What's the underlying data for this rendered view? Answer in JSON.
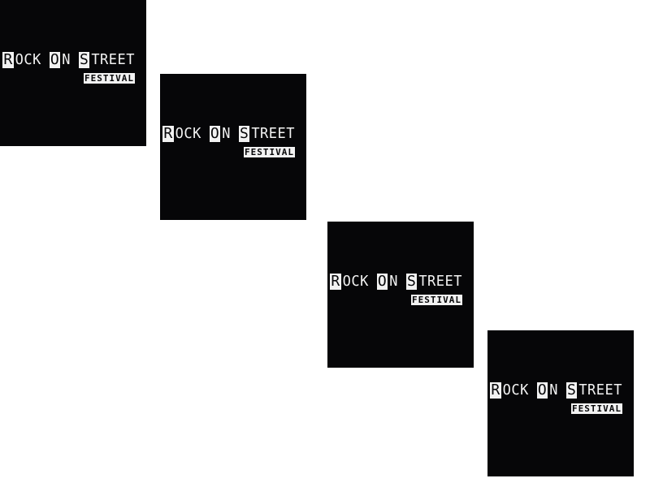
{
  "tiles": [
    {
      "word1_cap": "R",
      "word1_rest": "OCK",
      "word2_cap": "O",
      "word2_rest": "N",
      "word3_cap": "S",
      "word3_rest": "TREET",
      "subtitle": "FESTIVAL"
    },
    {
      "word1_cap": "R",
      "word1_rest": "OCK",
      "word2_cap": "O",
      "word2_rest": "N",
      "word3_cap": "S",
      "word3_rest": "TREET",
      "subtitle": "FESTIVAL"
    },
    {
      "word1_cap": "R",
      "word1_rest": "OCK",
      "word2_cap": "O",
      "word2_rest": "N",
      "word3_cap": "S",
      "word3_rest": "TREET",
      "subtitle": "FESTIVAL"
    },
    {
      "word1_cap": "R",
      "word1_rest": "OCK",
      "word2_cap": "O",
      "word2_rest": "N",
      "word3_cap": "S",
      "word3_rest": "TREET",
      "subtitle": "FESTIVAL"
    }
  ],
  "colors": {
    "tile_background": "#060608",
    "logo_foreground": "#f2f2f2",
    "page_background": "#ffffff"
  }
}
